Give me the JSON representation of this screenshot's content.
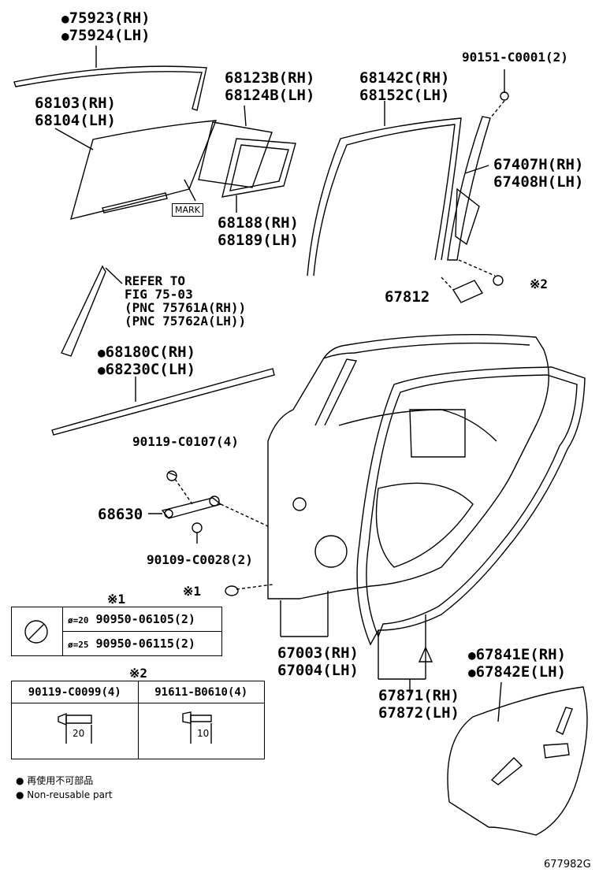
{
  "parts": {
    "p75923": "75923(RH)",
    "p75924": "75924(LH)",
    "p68123": "68123B(RH)",
    "p68124": "68124B(LH)",
    "p68103": "68103(RH)",
    "p68104": "68104(LH)",
    "mark": "MARK",
    "p68188": "68188(RH)",
    "p68189": "68189(LH)",
    "p68142": "68142C(RH)",
    "p68152": "68152C(LH)",
    "p90151": "90151-C0001(2)",
    "p67407": "67407H(RH)",
    "p67408": "67408H(LH)",
    "refer1": "REFER TO",
    "refer2": "FIG 75-03",
    "refer3": "(PNC 75761A(RH))",
    "refer4": "(PNC 75762A(LH))",
    "p67812": "67812",
    "note2_ref": "※2",
    "p68180": "68180C(RH)",
    "p68230": "68230C(LH)",
    "p90119": "90119-C0107(4)",
    "p68630": "68630",
    "p90109": "90109-C0028(2)",
    "note1_ref": "※1",
    "p67003": "67003(RH)",
    "p67004": "67004(LH)",
    "p67871": "67871(RH)",
    "p67872": "67872(LH)",
    "p67841": "67841E(RH)",
    "p67842": "67842E(LH)"
  },
  "table1": {
    "title": "※1",
    "rows": [
      {
        "dia": "ø=20",
        "part": "90950-06105(2)"
      },
      {
        "dia": "ø=25",
        "part": "90950-06115(2)"
      }
    ]
  },
  "table2": {
    "title": "※2",
    "col1": "90119-C0099(4)",
    "col2": "91611-B0610(4)",
    "dim1": "20",
    "dim2": "10"
  },
  "legend": {
    "jp": "再使用不可部品",
    "en": "Non-reusable part"
  },
  "figure_id": "677982G"
}
